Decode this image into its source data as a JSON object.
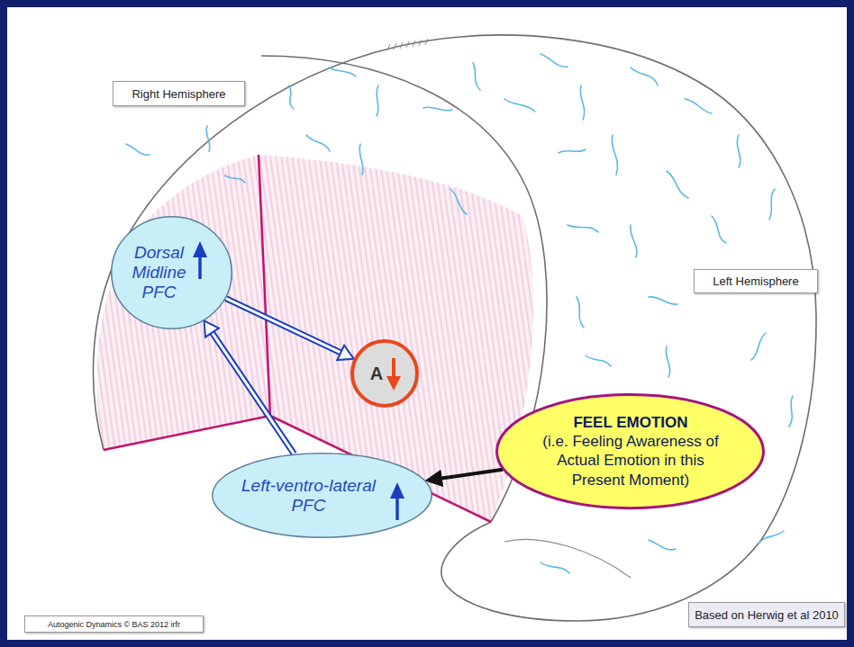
{
  "diagram": {
    "nodes": [
      {
        "text": [
          "Right Hemisphere"
        ]
      },
      {
        "text": [
          "Dorsal Midline PFC"
        ]
      },
      {
        "text": [
          "A"
        ]
      },
      {
        "text": [
          "Left Hemisphere"
        ]
      },
      {
        "text": [
          "Left-ventro-lateral PFC"
        ]
      },
      {
        "text": [
          "FEEL EMOTION",
          "(i.e. Feeling Awareness of Actual Emotion in this Present Moment)"
        ]
      },
      {
        "text": [
          "Autogenic Dynamics © BAS 2012 irfr"
        ]
      },
      {
        "text": [
          "Based on Herwig et al 2010"
        ]
      }
    ],
    "edges": [
      {
        "from": 4,
        "to": 1,
        "arrow": "to"
      },
      {
        "from": 1,
        "to": 2,
        "arrow": "to"
      },
      {
        "from": 5,
        "to": 4,
        "arrow": "to"
      }
    ]
  }
}
